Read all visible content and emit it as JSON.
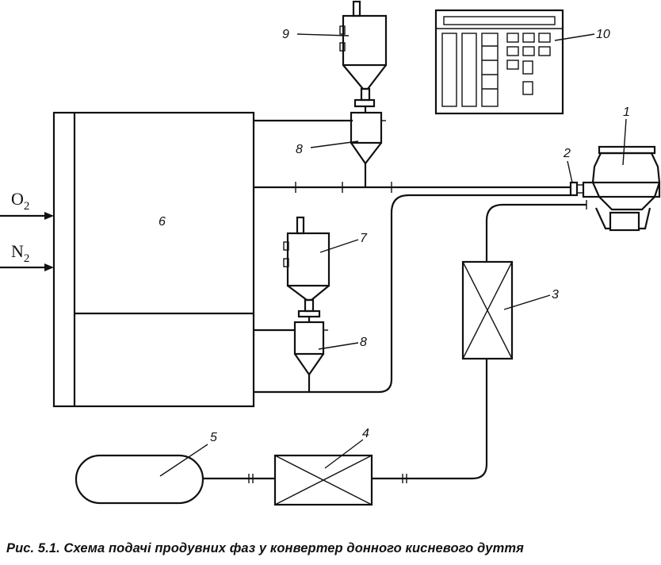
{
  "labels": {
    "l1": "1",
    "l2": "2",
    "l3": "3",
    "l4": "4",
    "l5": "5",
    "l6": "6",
    "l7": "7",
    "l8a": "8",
    "l8b": "8",
    "l9": "9",
    "l10": "10"
  },
  "gases": {
    "o2_base": "O",
    "o2_sub": "2",
    "n2_base": "N",
    "n2_sub": "2"
  },
  "caption": "Рис. 5.1. Схема подачі продувних фаз у конвертер донного кисневого дуття"
}
